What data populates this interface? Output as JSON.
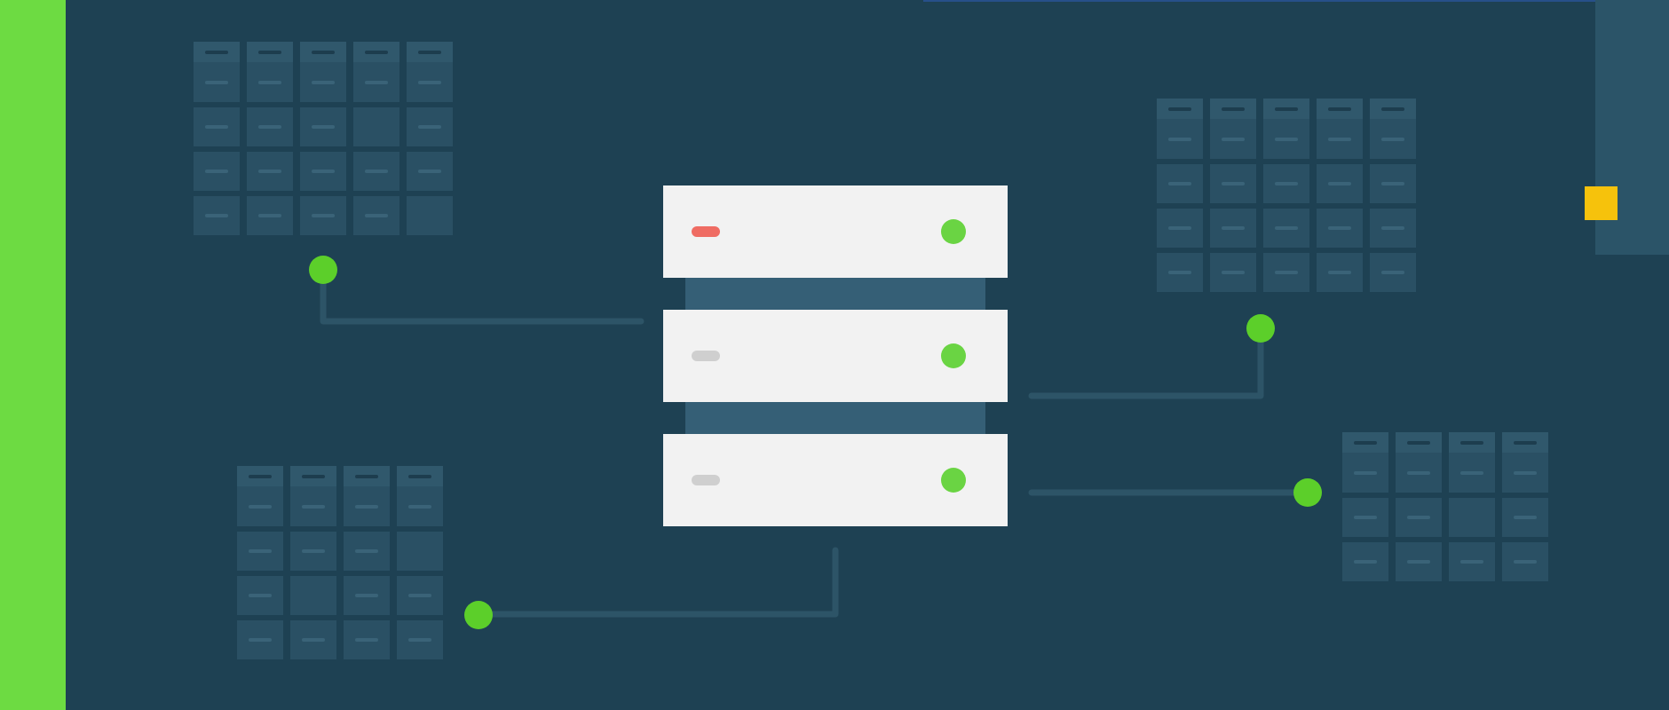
{
  "colors": {
    "background": "#1e4153",
    "accent_green": "#6ddb42",
    "node_green": "#5ccf2a",
    "status_green": "#6ad443",
    "alert_red": "#ef6c63",
    "idle_gray": "#cfcfcf",
    "highlight_yellow": "#f6c20c",
    "server_face": "#f2f2f2",
    "cell": "#2a5064",
    "connector": "#2d5467"
  },
  "server_stack": {
    "units": [
      {
        "led_state": "alert",
        "led_color": "#ef6c63",
        "status": "online"
      },
      {
        "led_state": "idle",
        "led_color": "#cfcfcf",
        "status": "online"
      },
      {
        "led_state": "idle",
        "led_color": "#cfcfcf",
        "status": "online"
      }
    ]
  },
  "tables": [
    {
      "name": "top-left",
      "columns": 5,
      "rows": 4,
      "empty_cells": [
        [
          1,
          3
        ],
        [
          3,
          4
        ]
      ]
    },
    {
      "name": "top-right",
      "columns": 5,
      "rows": 4,
      "empty_cells": []
    },
    {
      "name": "bottom-left",
      "columns": 4,
      "rows": 4,
      "empty_cells": [
        [
          1,
          3
        ],
        [
          2,
          1
        ]
      ]
    },
    {
      "name": "bottom-right",
      "columns": 4,
      "rows": 3,
      "empty_cells": [
        [
          1,
          2
        ]
      ]
    }
  ],
  "connections": [
    "top-left",
    "top-right",
    "bottom-right",
    "bottom-left"
  ]
}
